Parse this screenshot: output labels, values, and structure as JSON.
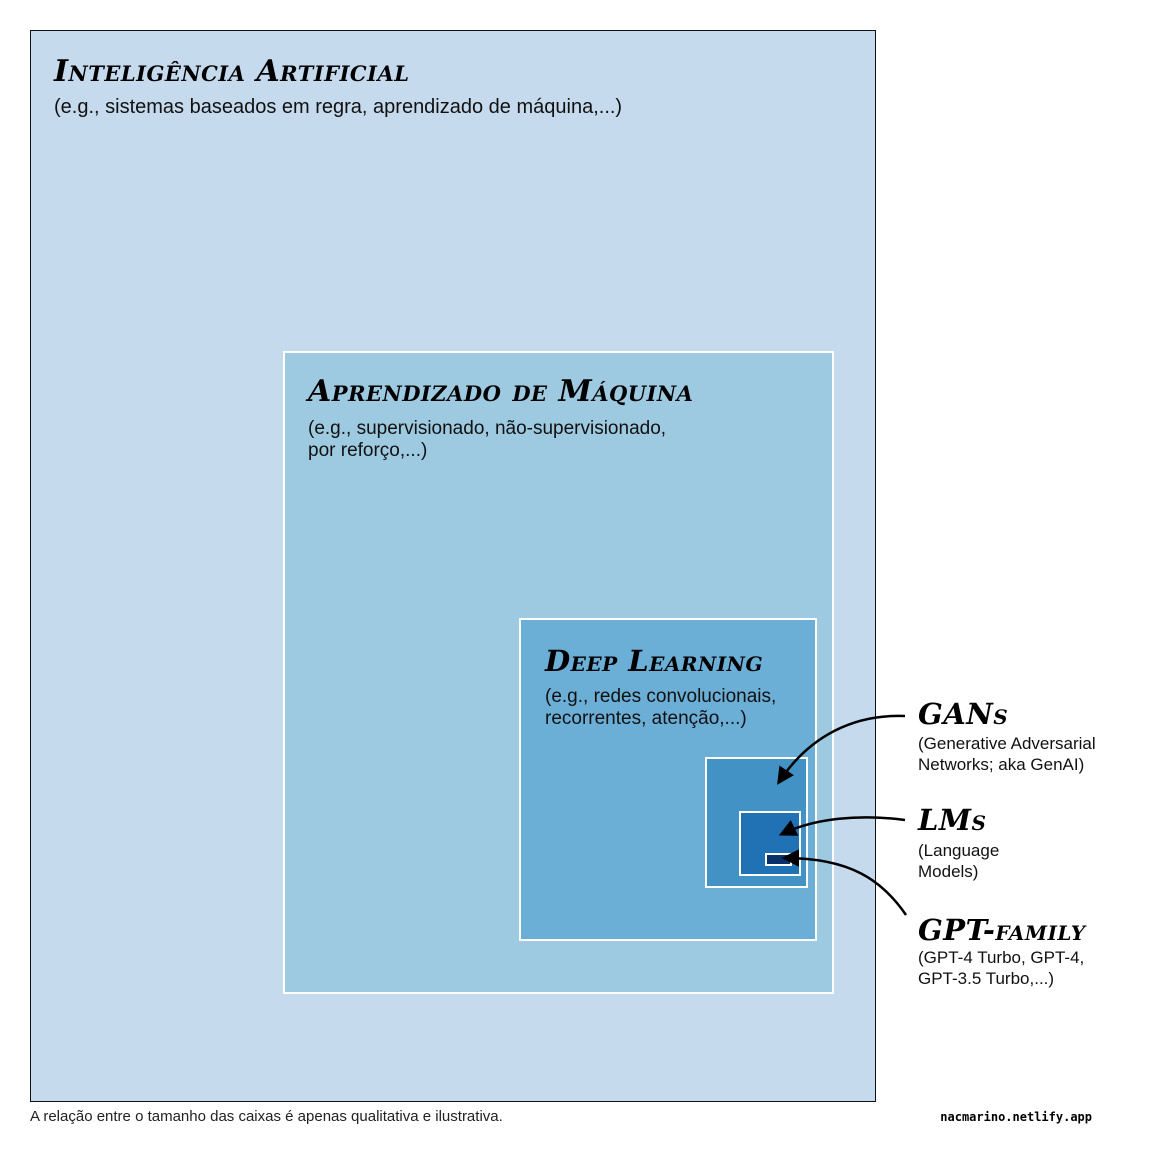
{
  "boxes": {
    "ai": {
      "title": "Inteligência Artificial",
      "desc": "(e.g., sistemas baseados em regra, aprendizado de máquina,...)"
    },
    "ml": {
      "title": "Aprendizado de Máquina",
      "desc_line1": "(e.g., supervisionado, não-supervisionado,",
      "desc_line2": "por reforço,...)"
    },
    "dl": {
      "title": "Deep Learning",
      "desc_line1": "(e.g., redes convolucionais,",
      "desc_line2": "recorrentes, atenção,...)"
    }
  },
  "callouts": {
    "gans": {
      "title": "GANs",
      "desc_line1": "(Generative Adversarial",
      "desc_line2": "Networks; aka GenAI)"
    },
    "lms": {
      "title": "LMs",
      "desc_line1": "(Language",
      "desc_line2": "Models)"
    },
    "gpt": {
      "title": "GPT-family",
      "desc_line1": "(GPT-4 Turbo, GPT-4,",
      "desc_line2": "GPT-3.5 Turbo,...)"
    }
  },
  "footnote": "A relação entre o tamanho das caixas é apenas qualitativa e ilustrativa.",
  "credit": "nacmarino.netlify.app",
  "colors": {
    "ai": "#c6daee",
    "ml": "#9ecae1",
    "dl": "#6baed6",
    "gans": "#4292c6",
    "lms": "#2171b5",
    "gpt": "#08306b"
  }
}
